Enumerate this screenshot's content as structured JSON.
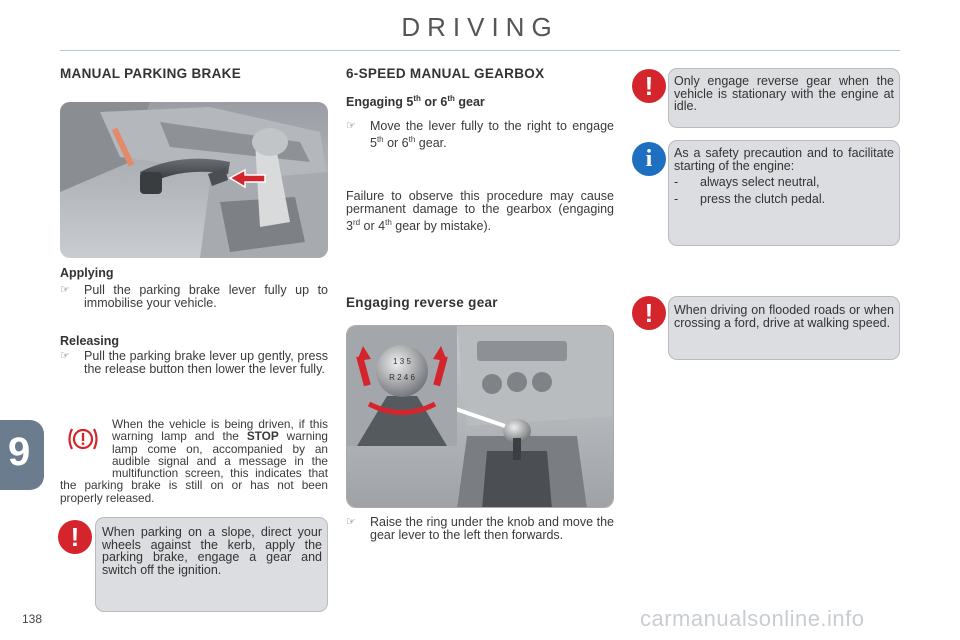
{
  "header": {
    "title": "DRIVING"
  },
  "parking": {
    "title": "MANUAL PARKING BRAKE",
    "applying_title": "Applying",
    "applying_text": "Pull the parking brake lever fully up to immobilise your vehicle.",
    "releasing_title": "Releasing",
    "releasing_text": "Pull the parking brake lever up gently, press the release button then lower the lever fully.",
    "warning_text_pre": "When the vehicle is being driven, if this warning lamp and the ",
    "warning_text_bold": "STOP",
    "warning_text_post": " warning lamp come on, accompanied by an audible signal and a message in the multifunction screen, this indicates that the parking brake is still on or has not been properly released.",
    "slope_note": "When parking on a slope, direct your wheels against the kerb, apply the parking brake, engage a gear and switch off the ignition."
  },
  "gearbox": {
    "title": "6-SPEED MANUAL GEARBOX",
    "engaging_56_prefix": "Engaging 5",
    "engaging_56_sup1": "th",
    "engaging_56_mid": " or 6",
    "engaging_56_sup2": "th",
    "engaging_56_suffix": " gear",
    "move_text_a": "Move the lever fully to the right to engage 5",
    "move_sup1": "th",
    "move_text_b": " or 6",
    "move_sup2": "th",
    "move_text_c": " gear.",
    "failure_text_a": "Failure to observe this procedure may cause permanent damage to the gearbox (engaging 3",
    "failure_sup1": "rd",
    "failure_text_b": " or 4",
    "failure_sup2": "th",
    "failure_text_c": " gear by mistake).",
    "reverse_title": "Engaging reverse gear",
    "reverse_text": "Raise the ring under the knob and move the gear lever to the left then forwards."
  },
  "notes": {
    "reverse_warning": "Only engage reverse gear when the vehicle is stationary with the engine at idle.",
    "safety_intro": "As a safety precaution and to facilitate starting of the engine:",
    "safety_item1": "always select neutral,",
    "safety_item2": "press the clutch pedal.",
    "flood_warning": "When driving on flooded roads or when crossing a ford, drive at walking speed."
  },
  "bullet_symbol": "☞",
  "dash": "-",
  "excl_symbol": "!",
  "info_symbol": "i",
  "warning_lamp_symbol": "(!)",
  "gear_numbers": "1 3 5 2 4 6 R",
  "chapter_number": "9",
  "page_number": "138",
  "watermark": "carmanualsonline.info",
  "colors": {
    "warning_red": "#d4252c",
    "info_blue": "#1f6fc0",
    "box_grey": "#dcdde0",
    "tab_grey": "#6b7c8f"
  }
}
